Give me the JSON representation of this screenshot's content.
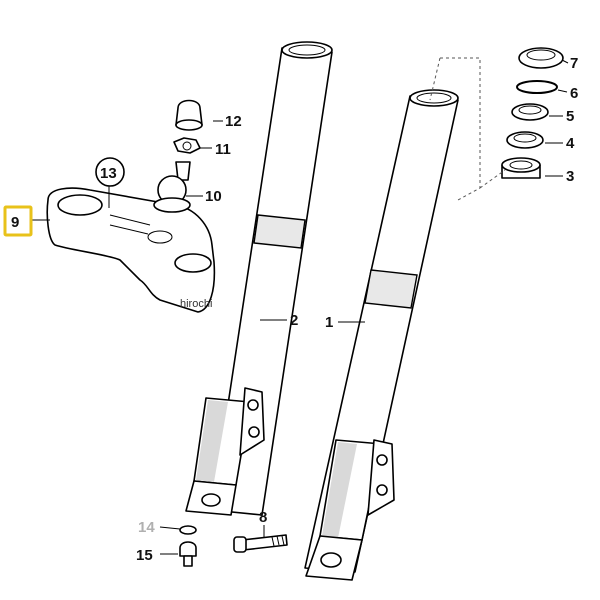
{
  "callouts": {
    "c1": "1",
    "c2": "2",
    "c3": "3",
    "c4": "4",
    "c5": "5",
    "c6": "6",
    "c7": "7",
    "c8": "8",
    "c9": "9",
    "c10": "10",
    "c11": "11",
    "c12": "12",
    "c13": "13",
    "c14": "14",
    "c15": "15"
  },
  "watermark": "hirochi",
  "colors": {
    "highlight_border": "#e8c21a",
    "text": "#111111",
    "muted_label": "#b0b0b0"
  }
}
